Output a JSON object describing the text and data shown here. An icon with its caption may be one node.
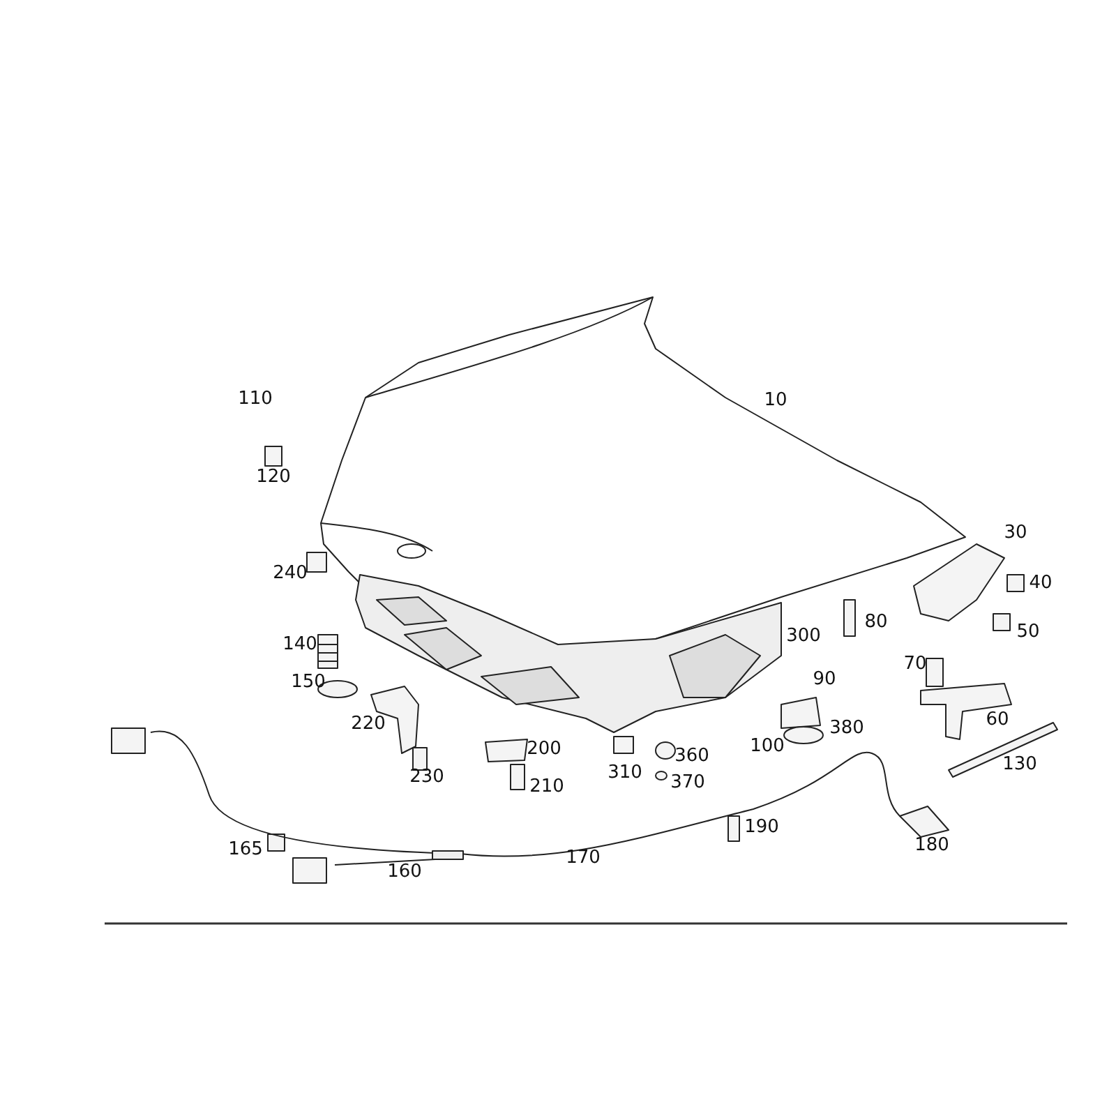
{
  "diagram": {
    "labels": [
      "10",
      "110",
      "120",
      "30",
      "240",
      "40",
      "80",
      "50",
      "140",
      "300",
      "70",
      "90",
      "150",
      "60",
      "220",
      "380",
      "200",
      "100",
      "360",
      "310",
      "230",
      "130",
      "370",
      "210",
      "190",
      "180",
      "165",
      "170",
      "160"
    ]
  }
}
